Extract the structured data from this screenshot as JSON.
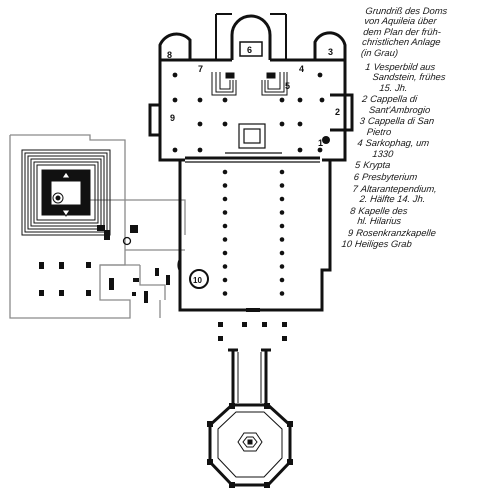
{
  "legend": {
    "title_lines": [
      "Grundriß des Doms",
      "von Aquileia über",
      "dem Plan der früh-",
      "christlichen Anlage",
      "(in Grau)"
    ],
    "items": [
      {
        "num": "1",
        "lines": [
          "Vesperbild aus",
          "Sandstein, frühes",
          "15. Jh."
        ]
      },
      {
        "num": "2",
        "lines": [
          "Cappella di",
          "Sant'Ambrogio"
        ]
      },
      {
        "num": "3",
        "lines": [
          "Cappella di San",
          "Pietro"
        ]
      },
      {
        "num": "4",
        "lines": [
          "Sarkophag, um",
          "1330"
        ]
      },
      {
        "num": "5",
        "lines": [
          "Krypta"
        ]
      },
      {
        "num": "6",
        "lines": [
          "Presbyterium"
        ]
      },
      {
        "num": "7",
        "lines": [
          "Altarantependium,",
          "2. Hälfte 14. Jh."
        ]
      },
      {
        "num": "8",
        "lines": [
          "Kapelle des",
          "hl. Hilarius"
        ]
      },
      {
        "num": "9",
        "lines": [
          "Rosenkranzkapelle"
        ]
      },
      {
        "num": "10",
        "lines": [
          "Heiliges Grab"
        ]
      }
    ]
  },
  "plan_labels": {
    "n1": "1",
    "n2": "2",
    "n3": "3",
    "n4": "4",
    "n5": "5",
    "n6": "6",
    "n7": "7",
    "n8": "8",
    "n9": "9",
    "n10": "10"
  },
  "colors": {
    "wall": "#111111",
    "grey": "#8a8a8a",
    "background": "#ffffff"
  }
}
